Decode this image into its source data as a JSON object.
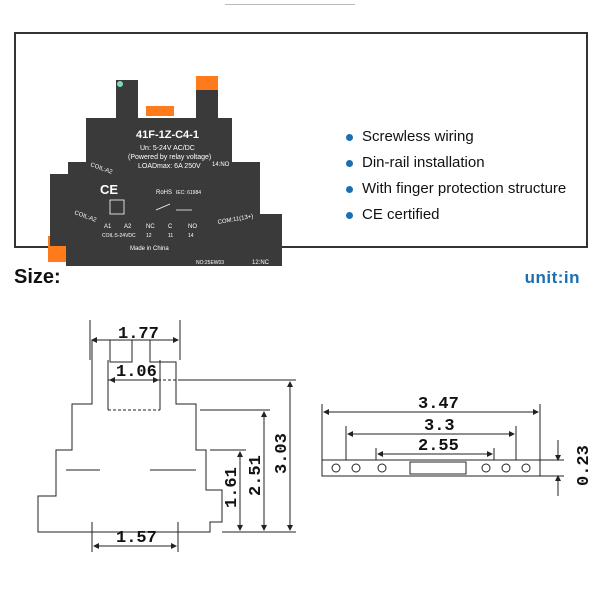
{
  "product": {
    "model": "41F-1Z-C4-1",
    "voltage_line": "Un: 5-24V AC/DC",
    "powered_note": "(Powered by relay voltage)",
    "load_line": "LOADmax: 6A 250V",
    "coil_a2_label": "COIL:A2",
    "coil_a2_label_lower": "COIL:A2",
    "no_label": "14:NO",
    "com_label": "COM:11(13+)",
    "nc_label": "12:NC",
    "ce_mark": "CE",
    "rohs_mark": "RoHS",
    "iec_mark": "IEC: 61984",
    "terminal_labels": [
      "A1",
      "A2",
      "NC",
      "C",
      "NO"
    ],
    "terminal_numbers": [
      "12",
      "11",
      "14"
    ],
    "coil_note": "COIL:5-24VDC",
    "made_in": "Made in China",
    "code": "NO:25EW03",
    "accent_color": "#ff7a1a",
    "body_color": "#3a3a3a"
  },
  "features": [
    "Screwless wiring",
    "Din-rail installation",
    "With finger protection structure",
    "CE certified"
  ],
  "section": {
    "size_label": "Size:",
    "unit_label": "unit:in"
  },
  "dimensions": {
    "side_view": {
      "top_width": "1.77",
      "inner_width": "1.06",
      "bottom_width": "1.57",
      "height_total": "3.03",
      "height_mid": "2.51",
      "height_low": "1.61"
    },
    "top_view": {
      "overall_length": "3.47",
      "mid_length": "3.3",
      "inner_length": "2.55",
      "thickness": "0.23"
    }
  },
  "colors": {
    "accent_blue": "#1a6fb3",
    "frame": "#333333"
  }
}
